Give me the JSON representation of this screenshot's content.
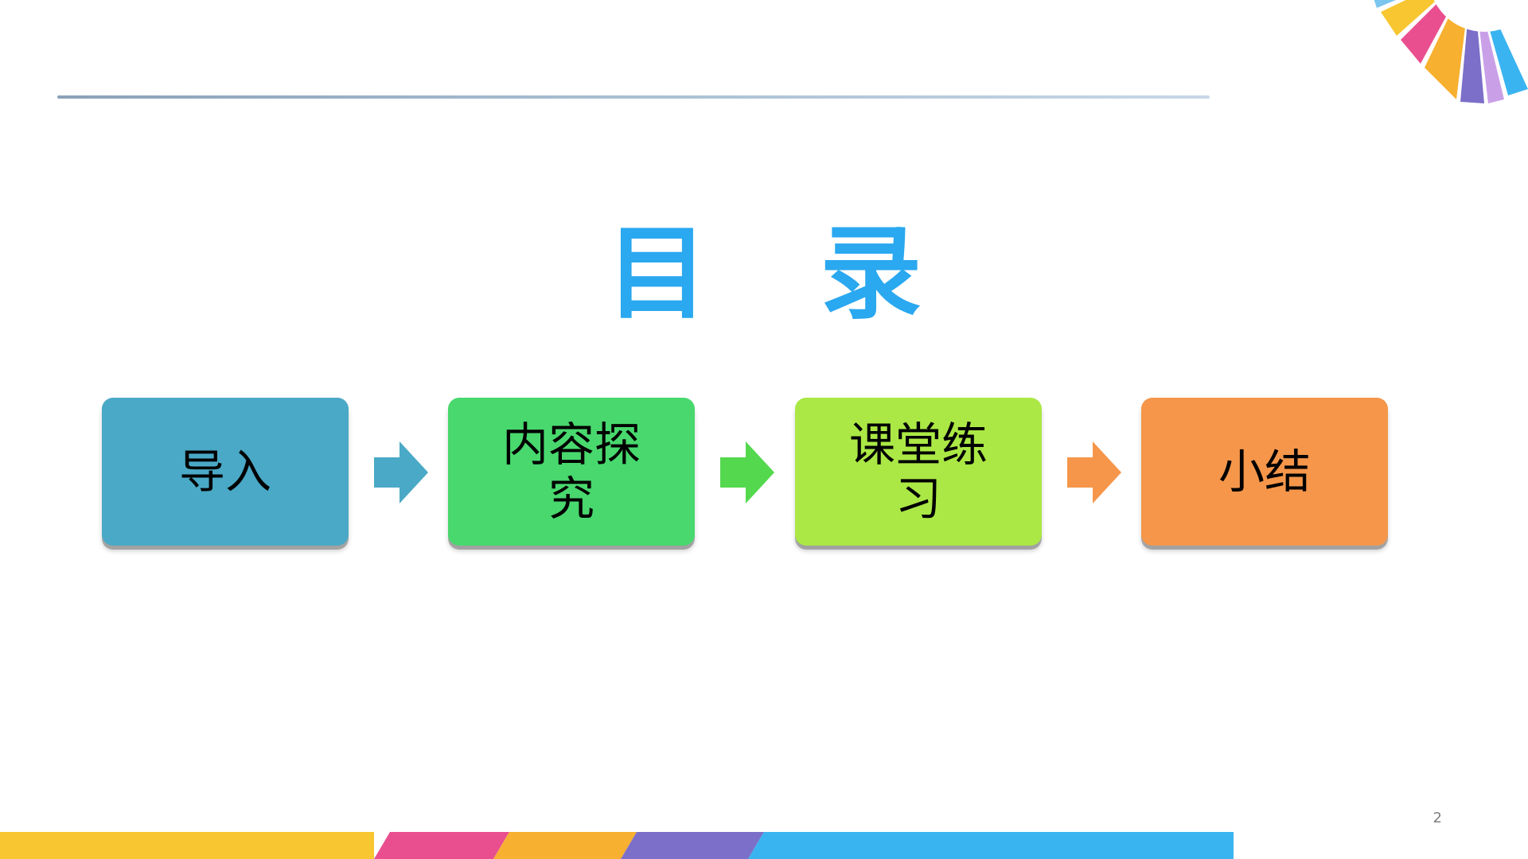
{
  "slide": {
    "title": "目 录",
    "page_number": "2"
  },
  "steps": [
    {
      "label": "导入",
      "color": "#4aa9c6"
    },
    {
      "label": "内容探究",
      "color": "#48d86e"
    },
    {
      "label": "课堂练习",
      "color": "#abe845"
    },
    {
      "label": "小结",
      "color": "#f5964a"
    }
  ],
  "arrows": [
    {
      "icon": "right-arrow-icon",
      "color": "#4aa9c6"
    },
    {
      "icon": "right-arrow-icon",
      "color": "#54d84e"
    },
    {
      "icon": "right-arrow-icon",
      "color": "#f5964a"
    }
  ],
  "theme": {
    "title_color": "#2aa8f0",
    "band_colors": [
      "#f7c630",
      "#e94f8f",
      "#f7b030",
      "#7b6fc9",
      "#3ab4f0"
    ]
  }
}
